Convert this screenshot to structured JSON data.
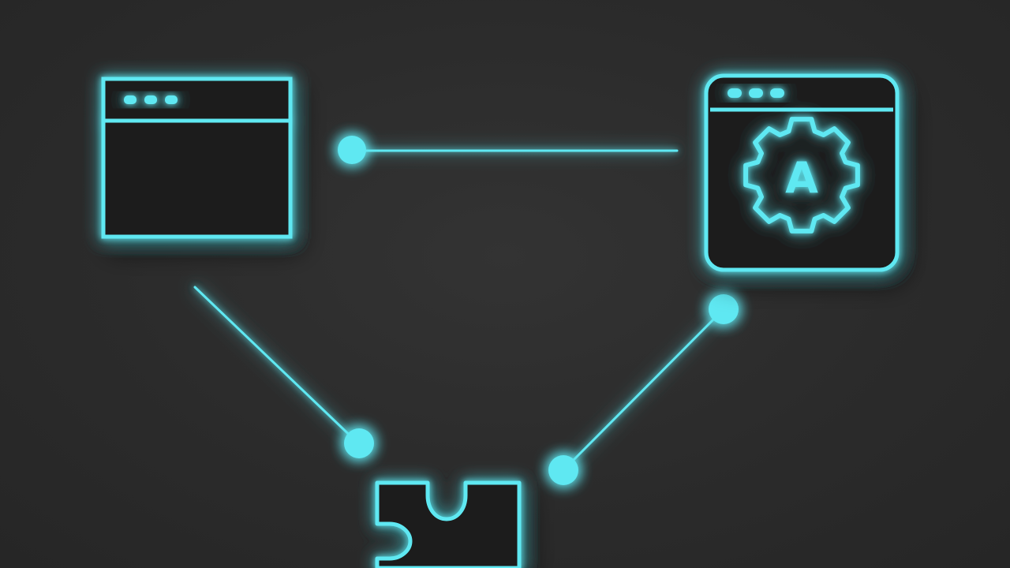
{
  "diagram": {
    "accent_color": "#5fe8f2",
    "glow_color": "#3fd6ff",
    "background_color": "#2b2b2b",
    "nodes": [
      {
        "id": "browser-window",
        "icon": "browser-window-icon"
      },
      {
        "id": "automation-app",
        "icon": "gear-window-icon",
        "badge_letter": "A"
      },
      {
        "id": "plugin",
        "icon": "puzzle-piece-icon"
      }
    ],
    "connections": [
      {
        "from": "browser-window",
        "to": "automation-app"
      },
      {
        "from": "browser-window",
        "to": "plugin"
      },
      {
        "from": "automation-app",
        "to": "plugin"
      }
    ]
  }
}
